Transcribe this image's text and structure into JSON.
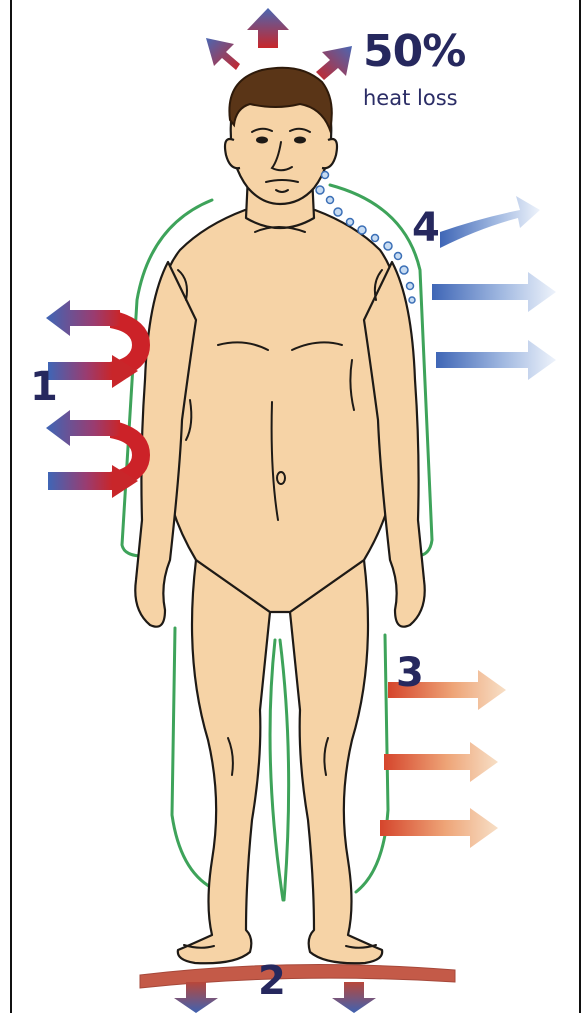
{
  "labels": {
    "heat_percent": "50%",
    "heat_loss": "heat loss",
    "one": "1",
    "two": "2",
    "three": "3",
    "four": "4"
  },
  "colors": {
    "skin": "#f6d3a6",
    "outline": "#1e1a16",
    "hair": "#5a3517",
    "air_layer": "#3ea35a",
    "warm": "#c8262a",
    "cool": "#4a67b3",
    "orange": "#e07a4a",
    "text": "#26285e"
  },
  "icons": [
    "arrow-up-icon",
    "arrow-left-icon",
    "arrow-right-icon",
    "arrow-down-icon",
    "u-turn-arrow-icon",
    "sweat-droplets-icon"
  ]
}
